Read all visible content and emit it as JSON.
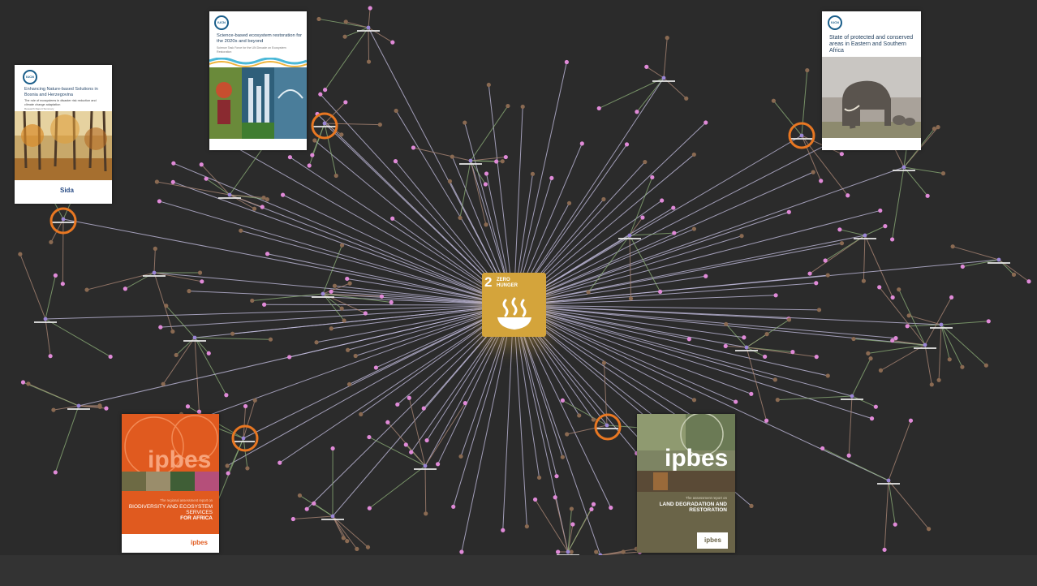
{
  "sdg": {
    "number": "2",
    "title": "ZERO HUNGER",
    "icon": "bowl-icon",
    "color": "#d4a43b"
  },
  "covers": [
    {
      "id": "bosnia",
      "logo": "IUCN",
      "title": "Enhancing Nature-based Solutions in Bosnia and Herzegovina",
      "subtitle": "The role of ecosystems in disaster risk reduction and climate change adaptation",
      "note": "Research Report Summary",
      "partner": "Sida"
    },
    {
      "id": "restoration",
      "logo": "IUCN",
      "title": "Science-based ecosystem restoration for the 2020s and beyond",
      "subtitle": "Science Task Force for the UN Decade on Ecosystem Restoration"
    },
    {
      "id": "protected",
      "logo": "IUCN",
      "title": "State of protected and conserved areas in Eastern and Southern Africa"
    },
    {
      "id": "ipbes-africa",
      "brand": "ipbes",
      "title_top": "The regional assessment report on",
      "title_main": "BIODIVERSITY AND ECOSYSTEM SERVICES",
      "title_bold": "FOR AFRICA",
      "footer": "ipbes"
    },
    {
      "id": "ipbes-land",
      "brand": "ipbes",
      "title_top": "The assessment report on",
      "title_main": "LAND DEGRADATION AND RESTORATION",
      "footer": "ipbes"
    }
  ],
  "colors": {
    "background": "#2b2b2b",
    "ring": "#e87722",
    "edge": "#c9c3e6",
    "pink_node": "#e08ad8",
    "brown_node": "#8a6a52",
    "purple_node": "#9b86d6"
  }
}
